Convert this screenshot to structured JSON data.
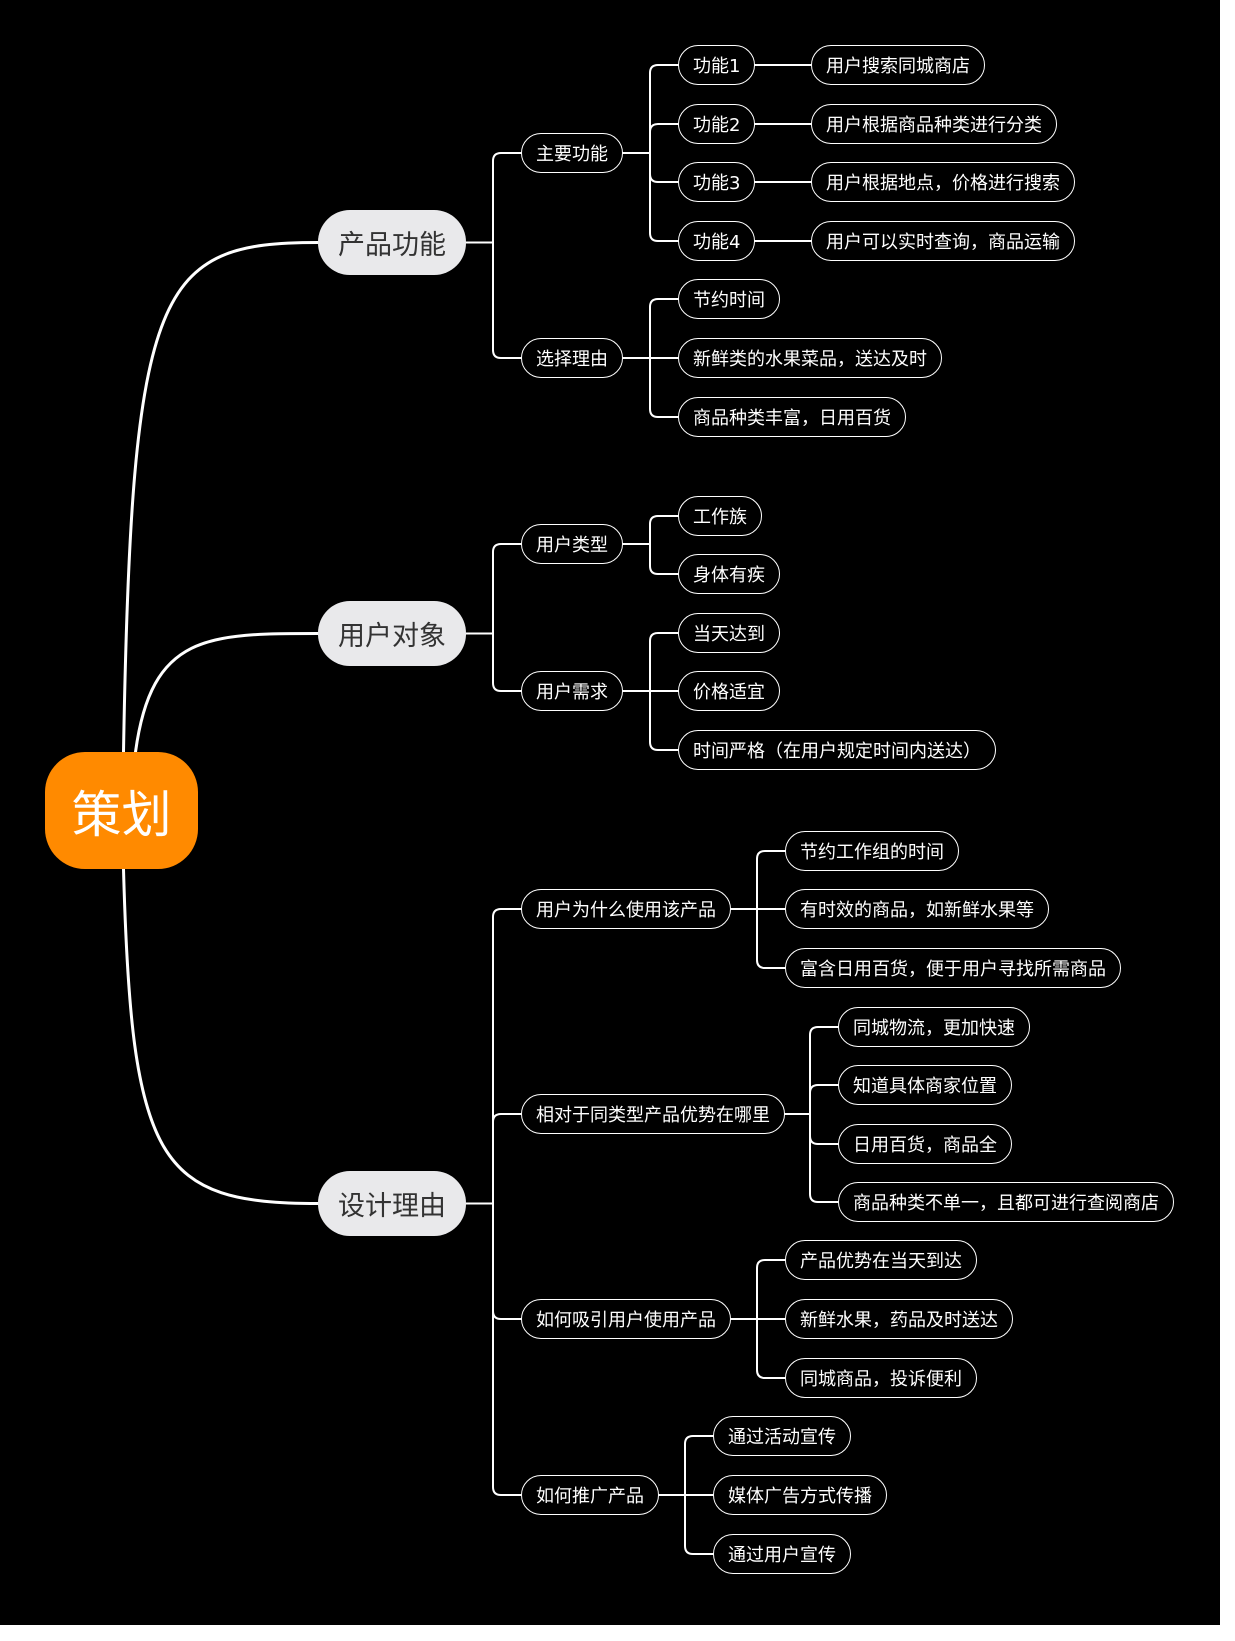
{
  "colors": {
    "background": "#000000",
    "root": "#ff8a00",
    "main": "#e9e9eb",
    "line": "#ffffff"
  },
  "root": {
    "label": "策划"
  },
  "branches": [
    {
      "label": "产品功能",
      "children": [
        {
          "label": "主要功能",
          "children": [
            {
              "label": "功能1",
              "children": [
                {
                  "label": "用户搜索同城商店"
                }
              ]
            },
            {
              "label": "功能2",
              "children": [
                {
                  "label": "用户根据商品种类进行分类"
                }
              ]
            },
            {
              "label": "功能3",
              "children": [
                {
                  "label": "用户根据地点，价格进行搜索"
                }
              ]
            },
            {
              "label": "功能4",
              "children": [
                {
                  "label": "用户可以实时查询，商品运输"
                }
              ]
            }
          ]
        },
        {
          "label": "选择理由",
          "children": [
            {
              "label": "节约时间"
            },
            {
              "label": "新鲜类的水果菜品，送达及时"
            },
            {
              "label": "商品种类丰富，日用百货"
            }
          ]
        }
      ]
    },
    {
      "label": "用户对象",
      "children": [
        {
          "label": "用户类型",
          "children": [
            {
              "label": "工作族"
            },
            {
              "label": "身体有疾"
            }
          ]
        },
        {
          "label": "用户需求",
          "children": [
            {
              "label": "当天达到"
            },
            {
              "label": "价格适宜"
            },
            {
              "label": "时间严格（在用户规定时间内送达）"
            }
          ]
        }
      ]
    },
    {
      "label": "设计理由",
      "children": [
        {
          "label": "用户为什么使用该产品",
          "children": [
            {
              "label": "节约工作组的时间"
            },
            {
              "label": "有时效的商品，如新鲜水果等"
            },
            {
              "label": "富含日用百货，便于用户寻找所需商品"
            }
          ]
        },
        {
          "label": "相对于同类型产品优势在哪里",
          "children": [
            {
              "label": "同城物流，更加快速"
            },
            {
              "label": "知道具体商家位置"
            },
            {
              "label": "日用百货，商品全"
            },
            {
              "label": "商品种类不单一，且都可进行查阅商店"
            }
          ]
        },
        {
          "label": "如何吸引用户使用产品",
          "children": [
            {
              "label": "产品优势在当天到达"
            },
            {
              "label": "新鲜水果，药品及时送达"
            },
            {
              "label": "同城商品，投诉便利"
            }
          ]
        },
        {
          "label": "如何推广产品",
          "children": [
            {
              "label": "通过活动宣传"
            },
            {
              "label": "媒体广告方式传播"
            },
            {
              "label": "通过用户宣传"
            }
          ]
        }
      ]
    }
  ]
}
